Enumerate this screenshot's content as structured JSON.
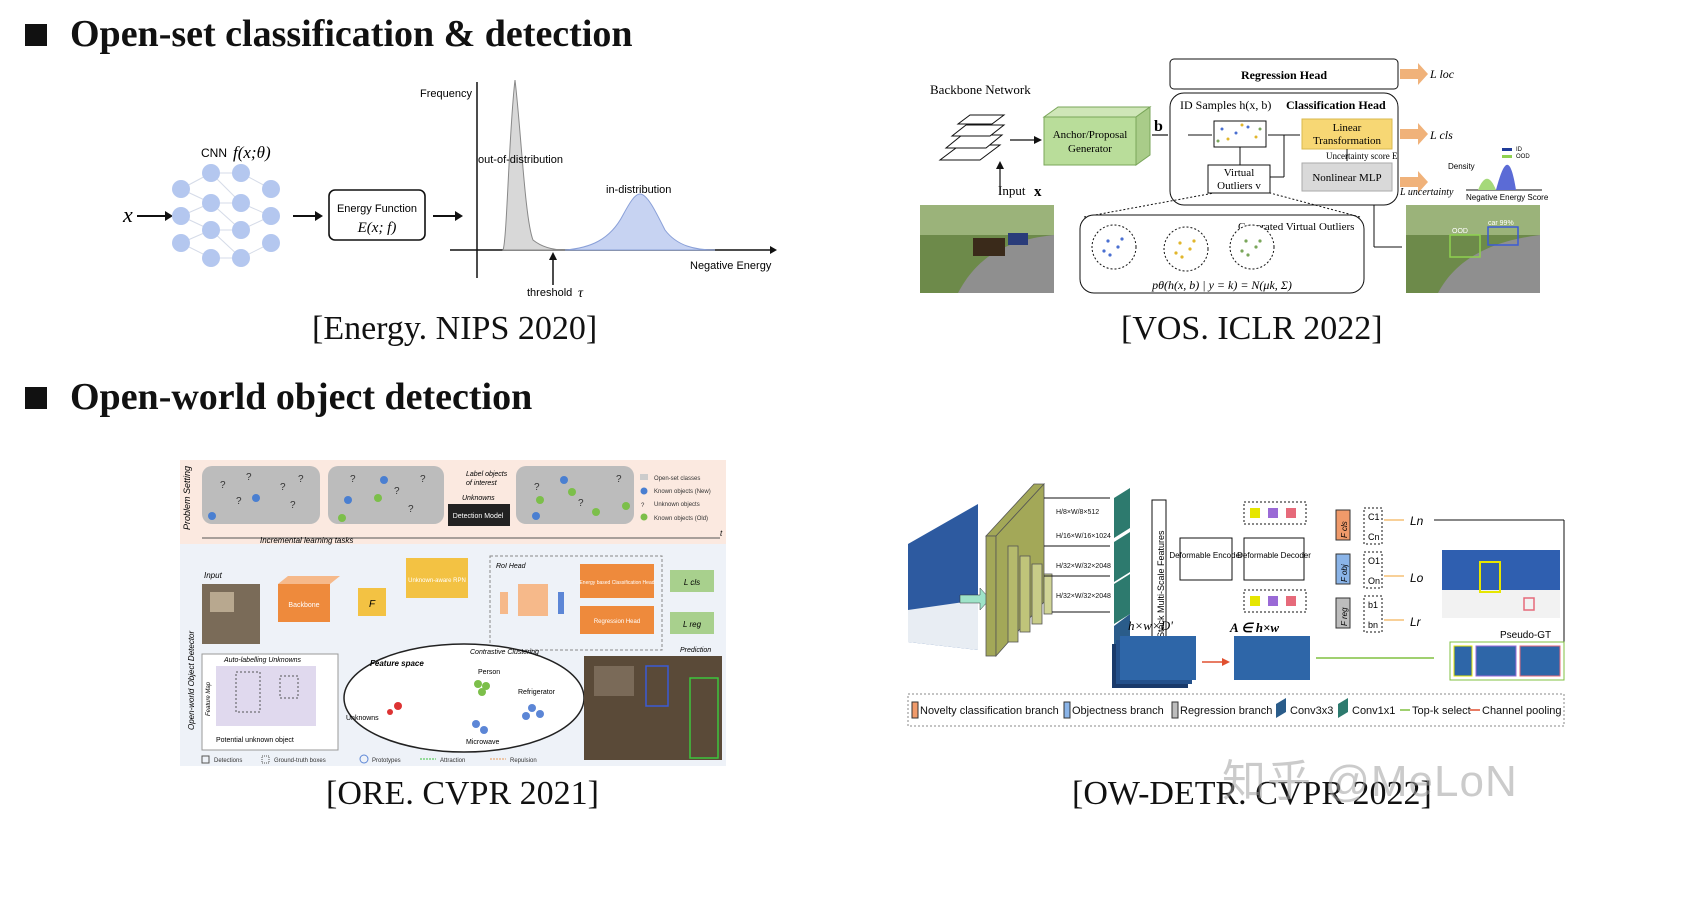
{
  "sections": [
    {
      "title": "Open-set classification & detection"
    },
    {
      "title": "Open-world object detection"
    }
  ],
  "captions": {
    "energy": "[Energy. NIPS 2020]",
    "vos": "[VOS. ICLR 2022]",
    "ore": "[ORE. CVPR 2021]",
    "owdetr": "[OW-DETR. CVPR 2022]"
  },
  "energy_fig": {
    "x_label": "x",
    "cnn_label": "CNN",
    "cnn_fn": "f(x;θ)",
    "energy_box_title": "Energy Function",
    "energy_box_fn": "E(x; f)",
    "y_axis": "Frequency",
    "x_axis": "Negative Energy",
    "ood_label": "out-of-distribution",
    "id_label": "in-distribution",
    "threshold_label": "threshold",
    "threshold_sym": "τ"
  },
  "vos_fig": {
    "backbone": "Backbone Network",
    "input": "Input",
    "input_sym": "x",
    "anchor": "Anchor/Proposal",
    "generator": "Generator",
    "b": "b",
    "regression_head": "Regression Head",
    "id_samples": "ID Samples h(x, b)",
    "classification_head": "Classification Head",
    "linear": "Linear",
    "transformation": "Transformation",
    "uncertainty_score": "Uncertainty score E",
    "nonlinear_mlp": "Nonlinear MLP",
    "virtual": "Virtual",
    "outliers": "Outliers v",
    "generated": "Generated Virtual Outliers",
    "formula": "pθ(h(x, b) | y = k) = N(μk, Σ)",
    "loss_loc": "L loc",
    "loss_cls": "L cls",
    "loss_unc": "L uncertainty",
    "density": "Density",
    "neg_energy_score": "Negative Energy Score",
    "legend_id": "ID",
    "legend_ood": "OOD",
    "det_ood": "OOD",
    "det_car": "car 99%",
    "colors": {
      "id": "#1f3c99",
      "ood": "#8fd14f",
      "anchor": "#b9dd9a",
      "linear": "#f7d774",
      "mlp": "#d9d9d9",
      "arrow": "#f0b27a"
    }
  },
  "ore_fig": {
    "problem_setting": "Problem Setting",
    "incremental": "Incremental learning tasks",
    "label_objects": "Label objects",
    "of_interest": "of interest",
    "unknowns": "Unknowns",
    "detection_model": "Detection Model",
    "t": "t",
    "legend": [
      "Open-set classes",
      "Known objects (New)",
      "Unknown objects",
      "Known objects (Old)"
    ],
    "ow_detector": "Open-world Object Detector",
    "input": "Input",
    "backbone": "Backbone",
    "f": "F",
    "rpn": "Unknown-aware RPN",
    "roi_head": "RoI Head",
    "ebc_head": "Energy based Classification Head",
    "reg_head": "Regression Head",
    "l_cls": "L cls",
    "l_reg": "L reg",
    "auto_label": "Auto-labelling Unknowns",
    "feature_map": "Feature Map",
    "potential": "Potential unknown object",
    "contrastive": "Contrastive Clustering",
    "feature_space": "Feature space",
    "person": "Person",
    "refrigerator": "Refrigerator",
    "unknowns2": "Unknowns",
    "microwave": "Microwave",
    "prediction": "Prediction",
    "bottom_legend": [
      "Detections",
      "Ground-truth boxes",
      "Prototypes",
      "Attraction",
      "Repulsion"
    ]
  },
  "owdetr_fig": {
    "scales": [
      "H/8×W/8×512",
      "H/16×W/16×1024",
      "H/32×W/32×2048",
      "H/32×W/32×2048"
    ],
    "stack": "Stack Multi-Scale Features",
    "enc": "Deformable Encoder",
    "dec": "Deformable Decoder",
    "f_cls": "F cls",
    "f_obj": "F obj",
    "f_reg": "F reg",
    "c1": "C1",
    "cn": "Cn",
    "o1": "O1",
    "on": "On",
    "b1": "b1",
    "bn": "bn",
    "l_n": "Ln",
    "l_o": "Lo",
    "l_r": "Lr",
    "hwd": "h×w×D'",
    "ahw": "A ∈ h×w",
    "pseudo": "Pseudo-GT",
    "legend": [
      "Novelty classification branch",
      "Objectness branch",
      "Regression branch",
      "Conv3x3",
      "Conv1x1",
      "Top-k select",
      "Channel pooling"
    ]
  },
  "watermark": "知乎 @MeLoN"
}
